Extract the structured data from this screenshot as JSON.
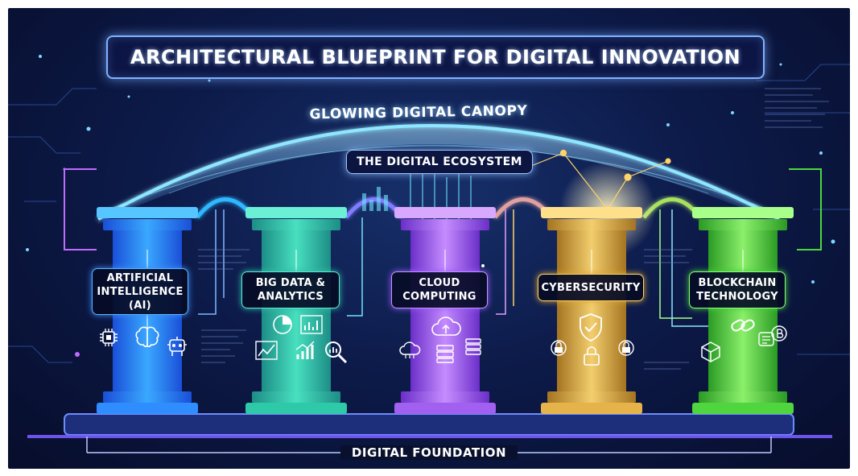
{
  "title": "ARCHITECTURAL BLUEPRINT FOR DIGITAL INNOVATION",
  "canopy_label": "GLOWING DIGITAL CANOPY",
  "ecosystem_label": "THE DIGITAL ECOSYSTEM",
  "foundation_label": "DIGITAL FOUNDATION",
  "pillars": [
    {
      "label": "ARTIFICIAL\nINTELLIGENCE\n(AI)",
      "color": "#2f8dff",
      "icons": [
        "chip-icon",
        "brain-icon",
        "robot-icon"
      ]
    },
    {
      "label": "BIG DATA &\nANALYTICS",
      "color": "#2ec9a8",
      "icons": [
        "pie-chart-icon",
        "bar-chart-icon",
        "line-chart-icon",
        "growth-chart-icon",
        "magnifier-chart-icon"
      ]
    },
    {
      "label": "CLOUD\nCOMPUTING",
      "color": "#a160f0",
      "icons": [
        "cloud-upload-icon",
        "cloud-network-icon",
        "server-icon",
        "server-rack-icon"
      ]
    },
    {
      "label": "CYBERSECURITY",
      "color": "#e6b34a",
      "icons": [
        "shield-check-icon",
        "padlock-icon",
        "lock-node-icon",
        "bitcoin-lock-icon"
      ]
    },
    {
      "label": "BLOCKCHAIN\nTECHNOLOGY",
      "color": "#4fd63e",
      "icons": [
        "chain-link-icon",
        "block-cube-icon",
        "coin-icon",
        "bitcoin-icon"
      ]
    }
  ],
  "colors": {
    "background": "#0d1b4a",
    "canopy_glow": "#7fd6ff",
    "title_border": "#7fb2ff",
    "base": "#4a6ad8"
  }
}
